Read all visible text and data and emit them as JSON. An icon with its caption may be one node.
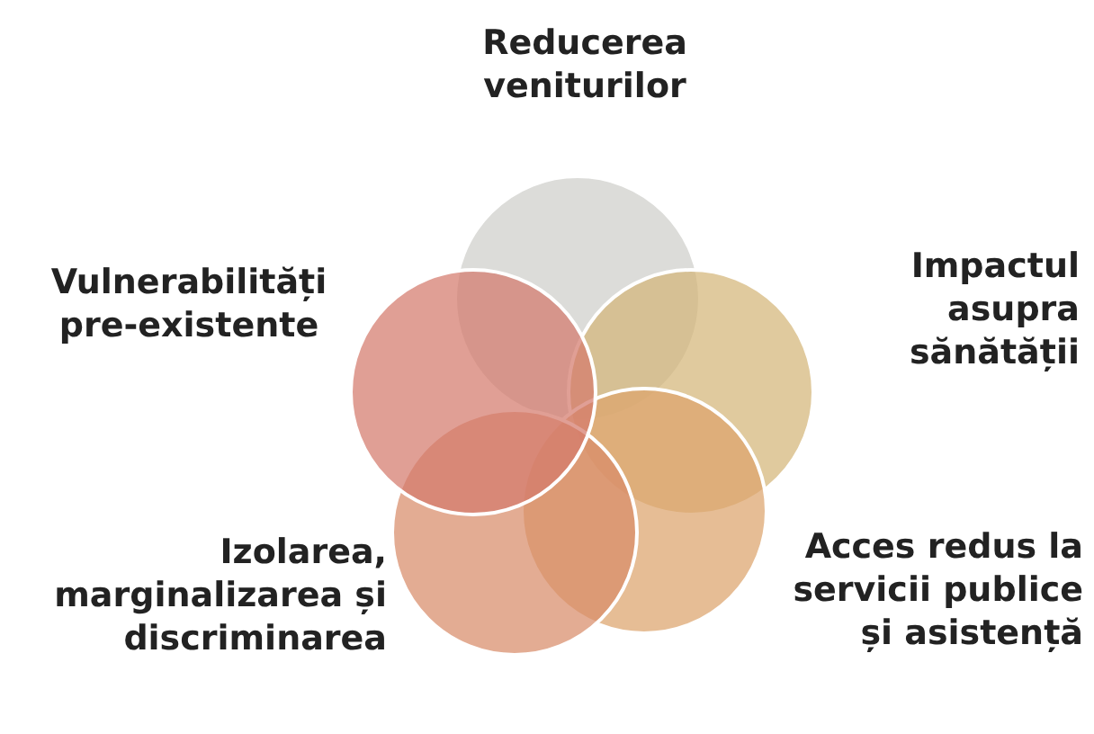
{
  "diagram": {
    "nodes": [
      {
        "text": [],
        "shape": "circle",
        "beside": [
          "Reducerea veniturilor"
        ]
      },
      {
        "text": [],
        "shape": "circle",
        "beside": [
          "Impactul asupra sănătății"
        ]
      },
      {
        "text": [],
        "shape": "circle",
        "beside": [
          "Acces redus la servicii publice și asistență"
        ]
      },
      {
        "text": [],
        "shape": "circle",
        "beside": [
          "Izolarea, marginalizarea și discriminarea"
        ]
      },
      {
        "text": [],
        "shape": "circle",
        "beside": [
          "Vulnerabilități pre-existente"
        ]
      }
    ]
  }
}
